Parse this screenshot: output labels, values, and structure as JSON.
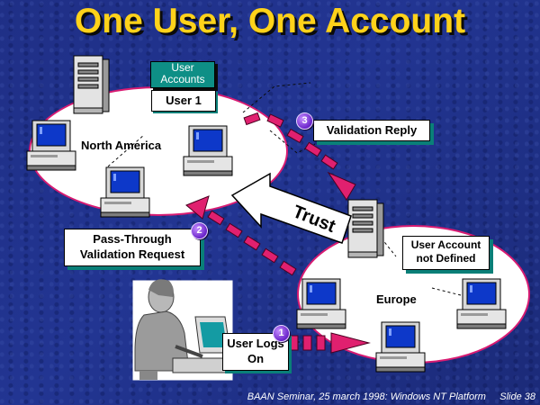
{
  "title": "One User, One Account",
  "user_accounts": {
    "header": "User Accounts",
    "entry": "User 1"
  },
  "regions": {
    "north_america": "North America",
    "europe": "Europe"
  },
  "labels": {
    "validation_reply": "Validation Reply",
    "pass_through": "Pass-Through Validation Request",
    "user_account": "User Account not Defined",
    "user_logs_on": "User Logs On",
    "trust": "Trust"
  },
  "steps": {
    "one": "1",
    "two": "2",
    "three": "3"
  },
  "footer": "BAAN Seminar, 25 march 1998: Windows NT Platform     Slide 38",
  "colors": {
    "title": "#ffd21a",
    "arrow": "#e0206f",
    "teal": "#0e8f86",
    "badge": "#7b2fd6",
    "background": "#1f2f86"
  }
}
